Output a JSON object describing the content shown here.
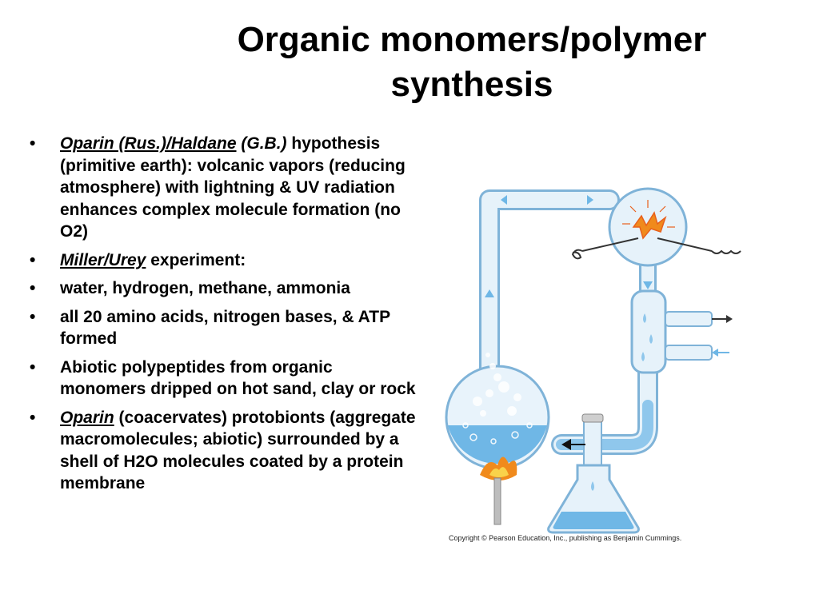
{
  "slide": {
    "title_line1": "Organic monomers/polymer",
    "title_line2": "synthesis"
  },
  "bullets": [
    {
      "name_em": "Oparin (Rus.)/Haldane",
      "name_rest": " (G.B.)",
      "text": "hypothesis (primitive earth): volcanic vapors (reducing atmosphere) with lightning & UV radiation enhances complex molecule formation (no O2)"
    },
    {
      "name_em": "Miller/Urey",
      "text": " experiment:"
    },
    {
      "text": "water, hydrogen, methane, ammonia"
    },
    {
      "text": "all 20 amino acids, nitrogen bases, & ATP formed"
    },
    {
      "text": "Abiotic polypeptides from organic monomers dripped on hot sand, clay or rock"
    },
    {
      "name_em": "Oparin",
      "text": " (coacervates) protobionts (aggregate macromolecules; abiotic) surrounded by a shell of H2O molecules coated by a protein membrane"
    }
  ],
  "figure": {
    "copyright": "Copyright © Pearson Education, Inc., publishing as Benjamin Cummings.",
    "colors": {
      "glass": "#d8ebf7",
      "glass_edge": "#7fb3d8",
      "water": "#6fb7e6",
      "flame": "#f08a1c",
      "spark": "#e8601c"
    }
  }
}
